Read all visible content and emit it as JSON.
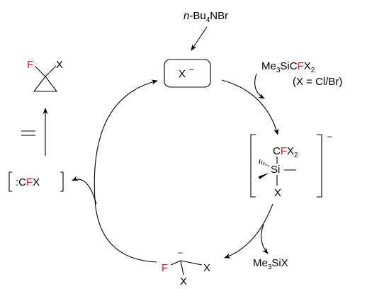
{
  "reagent": {
    "catalyst": {
      "italic": "n",
      "dash": "-Bu",
      "sub": "4",
      "rest": "NBr"
    },
    "silane": {
      "a": "Me",
      "a_sub": "3",
      "b": "SiC",
      "f": "F",
      "x": "X",
      "x_sub": "2"
    },
    "silane_note": "(X = Cl/Br)"
  },
  "cycle": {
    "anion": {
      "x": "X",
      "charge": "–"
    },
    "silicate": {
      "top": {
        "c": "C",
        "f": "F",
        "x": "X",
        "x_sub": "2"
      },
      "si": "Si",
      "bottom_x": "X",
      "charge": "–"
    },
    "byproduct": {
      "a": "Me",
      "a_sub": "3",
      "b": "SiX"
    },
    "carbanion": {
      "f": "F",
      "x1": "X",
      "x2": "X",
      "charge": "–"
    },
    "carbene": {
      "colon_c": ":C",
      "f": "F",
      "x": "X"
    }
  },
  "product": {
    "f": "F",
    "x": "X"
  }
}
